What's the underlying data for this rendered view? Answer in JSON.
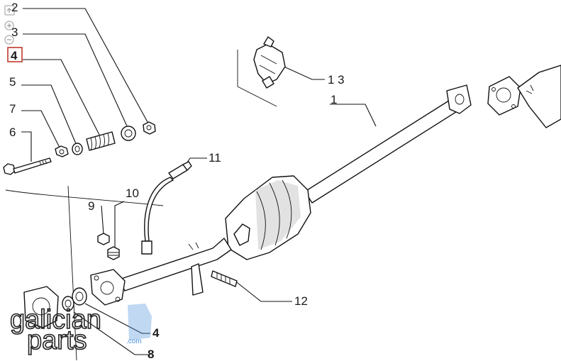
{
  "callouts": {
    "c1": "1",
    "c2": "2",
    "c3": "3",
    "c4": "4",
    "c4b": "4",
    "c5": "5",
    "c6": "6",
    "c7": "7",
    "c8": "8",
    "c9": "9",
    "c10": "10",
    "c11": "11",
    "c12": "12",
    "c13": "1 3"
  },
  "watermark": {
    "line1": "galician",
    "line2": "parts",
    "suffix": ".com",
    "accent_color": "#4a90d9"
  },
  "highlight_color": "#c0392b",
  "icons": [
    "share-icon",
    "zoom-in-icon",
    "zoom-out-icon"
  ]
}
